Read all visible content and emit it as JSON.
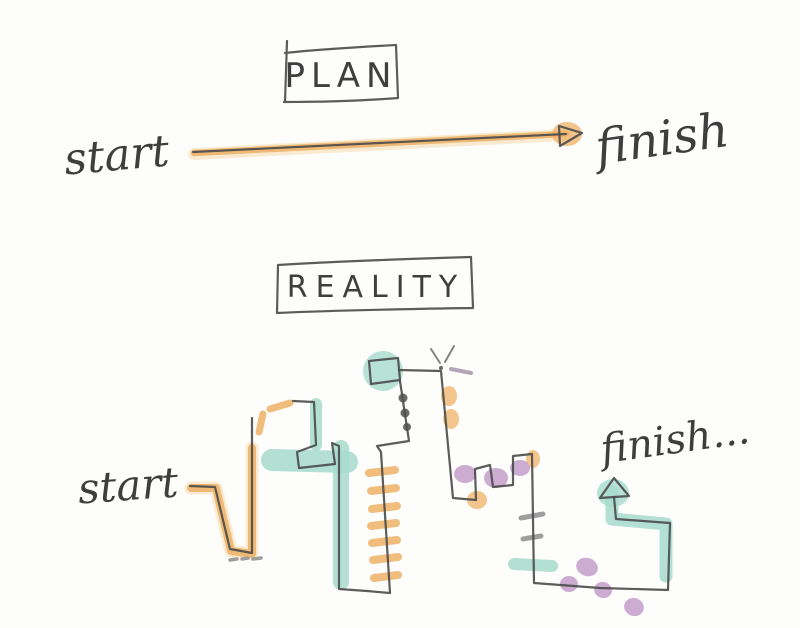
{
  "title": "Plan vs Reality hand-drawn sketch",
  "colors": {
    "paper": "#fdfdfc",
    "pencil": "#4a4a4a",
    "highlighter_orange": "#edb166",
    "highlighter_teal": "#a9dccd",
    "highlighter_purple": "#c7a4cc",
    "gray_marks": "#9e9e9e"
  },
  "plan": {
    "heading": "PLAN",
    "start_label": "start",
    "finish_label": "finish"
  },
  "reality": {
    "heading": "REALITY",
    "start_label": "start",
    "finish_label": "finish..."
  }
}
